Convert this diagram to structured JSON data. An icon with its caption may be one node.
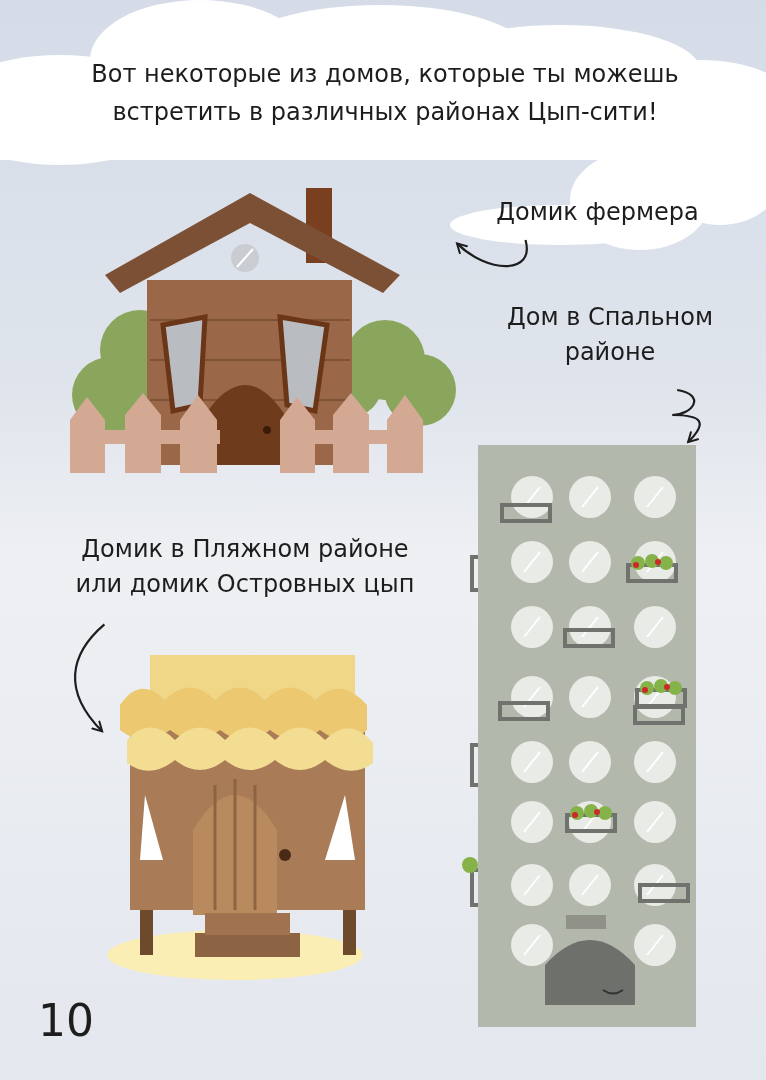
{
  "diagram": {
    "title": "Вот некоторые из домов, которые ты можешь встретить в различных районах Цып-сити!",
    "nodes": [
      {
        "text": [
          "Домик фермера"
        ]
      },
      {
        "text": [],
        "shape": "picture"
      },
      {
        "text": [
          "Дом в Спальном районе"
        ]
      },
      {
        "text": [],
        "shape": "picture"
      },
      {
        "text": [
          "Домик в Пляжном районе или домик Островных цып"
        ]
      },
      {
        "text": [],
        "shape": "picture"
      }
    ],
    "edges": [
      {
        "from": 0,
        "to": 1,
        "arrow": "to"
      },
      {
        "from": 2,
        "to": 3,
        "arrow": "to"
      },
      {
        "from": 4,
        "to": 5,
        "arrow": "to"
      }
    ],
    "labels": [
      "10"
    ]
  }
}
